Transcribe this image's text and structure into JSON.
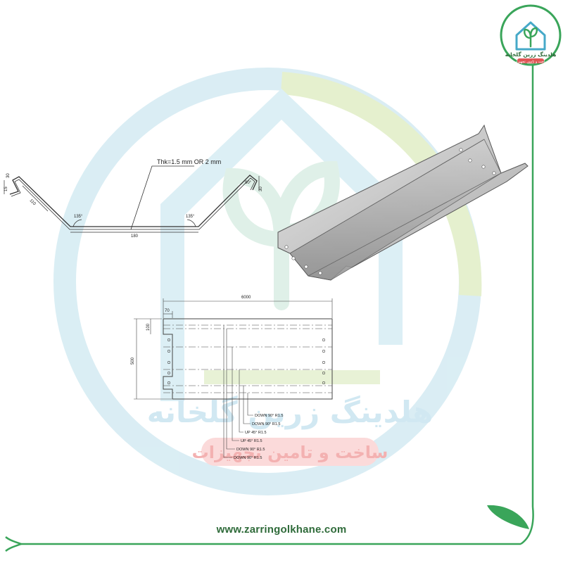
{
  "brand": {
    "logo_text": "هلدینگ زرین گلخانه",
    "logo_subtext": "ساخت و تامین تجهیزات",
    "watermark_title": "هلدینگ زرین گلخانه",
    "watermark_subtitle": "ساخت و تامین تجهیزات",
    "website": "www.zarringolkhane.com",
    "colors": {
      "green": "#3aa55a",
      "light_green": "#d8ebb6",
      "light_blue": "#d6ecf3",
      "red": "#e05555"
    }
  },
  "profile_section": {
    "thickness": "Thk=1.5 mm OR 2 mm",
    "dims": {
      "lip_left": "30",
      "return_left": "15",
      "leg_left": "110",
      "angle_left": "135°",
      "base": "180",
      "angle_right": "135°",
      "angle_top_right": "90°",
      "lip_right": "30"
    }
  },
  "flat_pattern": {
    "length": "6000",
    "notch_width": "70",
    "notch_height": "100",
    "width": "500",
    "bend_callouts": [
      "DOWN 90° R1.5",
      "DOWN 90° R1.5",
      "UP 45° R1.5",
      "UP 45° R1.5",
      "DOWN 90° R1.5",
      "DOWN 90° R1.5"
    ]
  }
}
